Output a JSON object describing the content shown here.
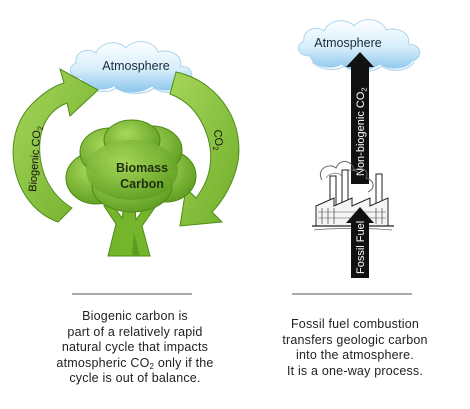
{
  "left_diagram": {
    "atmosphere_label": "Atmosphere",
    "left_arrow_label_main": "Biogenic CO",
    "left_arrow_label_sub": "2",
    "right_arrow_label_main": "CO",
    "right_arrow_label_sub": "2",
    "tree_label_line1": "Biomass",
    "tree_label_line2": "Carbon",
    "caption_lines": [
      {
        "text": "Biogenic carbon is"
      },
      {
        "text": "part of a relatively rapid"
      },
      {
        "text": "natural cycle that impacts"
      },
      {
        "pre": "atmospheric CO",
        "sub": "2",
        "post": " only if the"
      },
      {
        "text": "cycle is out of balance."
      }
    ]
  },
  "right_diagram": {
    "atmosphere_label": "Atmosphere",
    "upper_arrow_label_main": "Non-biogenic CO",
    "upper_arrow_label_sub": "2",
    "lower_arrow_label": "Fossil Fuel",
    "caption_lines": [
      {
        "text": "Fossil fuel combustion"
      },
      {
        "text": "transfers geologic carbon"
      },
      {
        "text": "into the atmosphere."
      },
      {
        "text": "It is a one-way process."
      }
    ]
  },
  "colors": {
    "arrow_green": "#8cc63f",
    "arrow_green_dark": "#5c9a1f",
    "tree_green": "#7fbf2e",
    "tree_green_dark": "#4d8a18",
    "trunk": "#6fae2a",
    "cloud_blue": "#bfe2f7",
    "cloud_blue_dark": "#7fbde6",
    "black_arrow": "#111111"
  },
  "icons": [
    "cloud-icon",
    "tree-icon",
    "factory-icon"
  ]
}
